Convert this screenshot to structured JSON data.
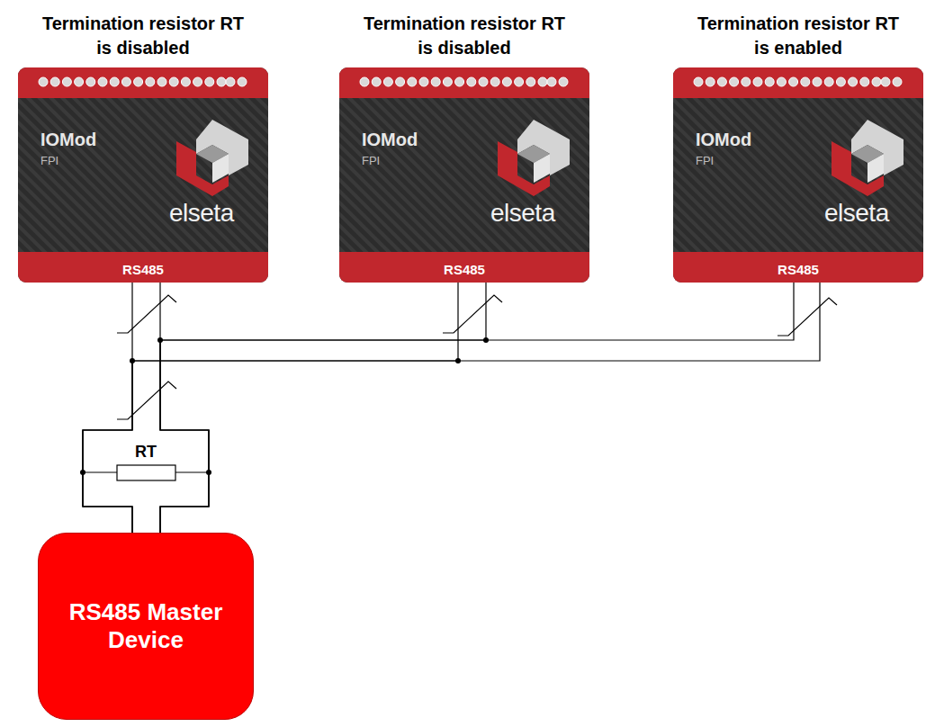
{
  "diagram": {
    "nodes": [
      {
        "text": [
          "Termination resistor RT is disabled",
          "IOMod",
          "FPI",
          "elseta",
          "RS485"
        ]
      },
      {
        "text": [
          "Termination resistor RT is disabled",
          "IOMod",
          "FPI",
          "elseta",
          "RS485"
        ]
      },
      {
        "text": [
          "Termination resistor RT is enabled",
          "IOMod",
          "FPI",
          "elseta",
          "RS485"
        ]
      },
      {
        "text": [
          "RS485 Master Device"
        ]
      }
    ],
    "edges": [
      {
        "from": 3,
        "to": 0,
        "arrow": "none"
      },
      {
        "from": 3,
        "to": 1,
        "arrow": "none"
      },
      {
        "from": 3,
        "to": 2,
        "arrow": "none"
      }
    ],
    "labels": [
      "RT"
    ]
  }
}
